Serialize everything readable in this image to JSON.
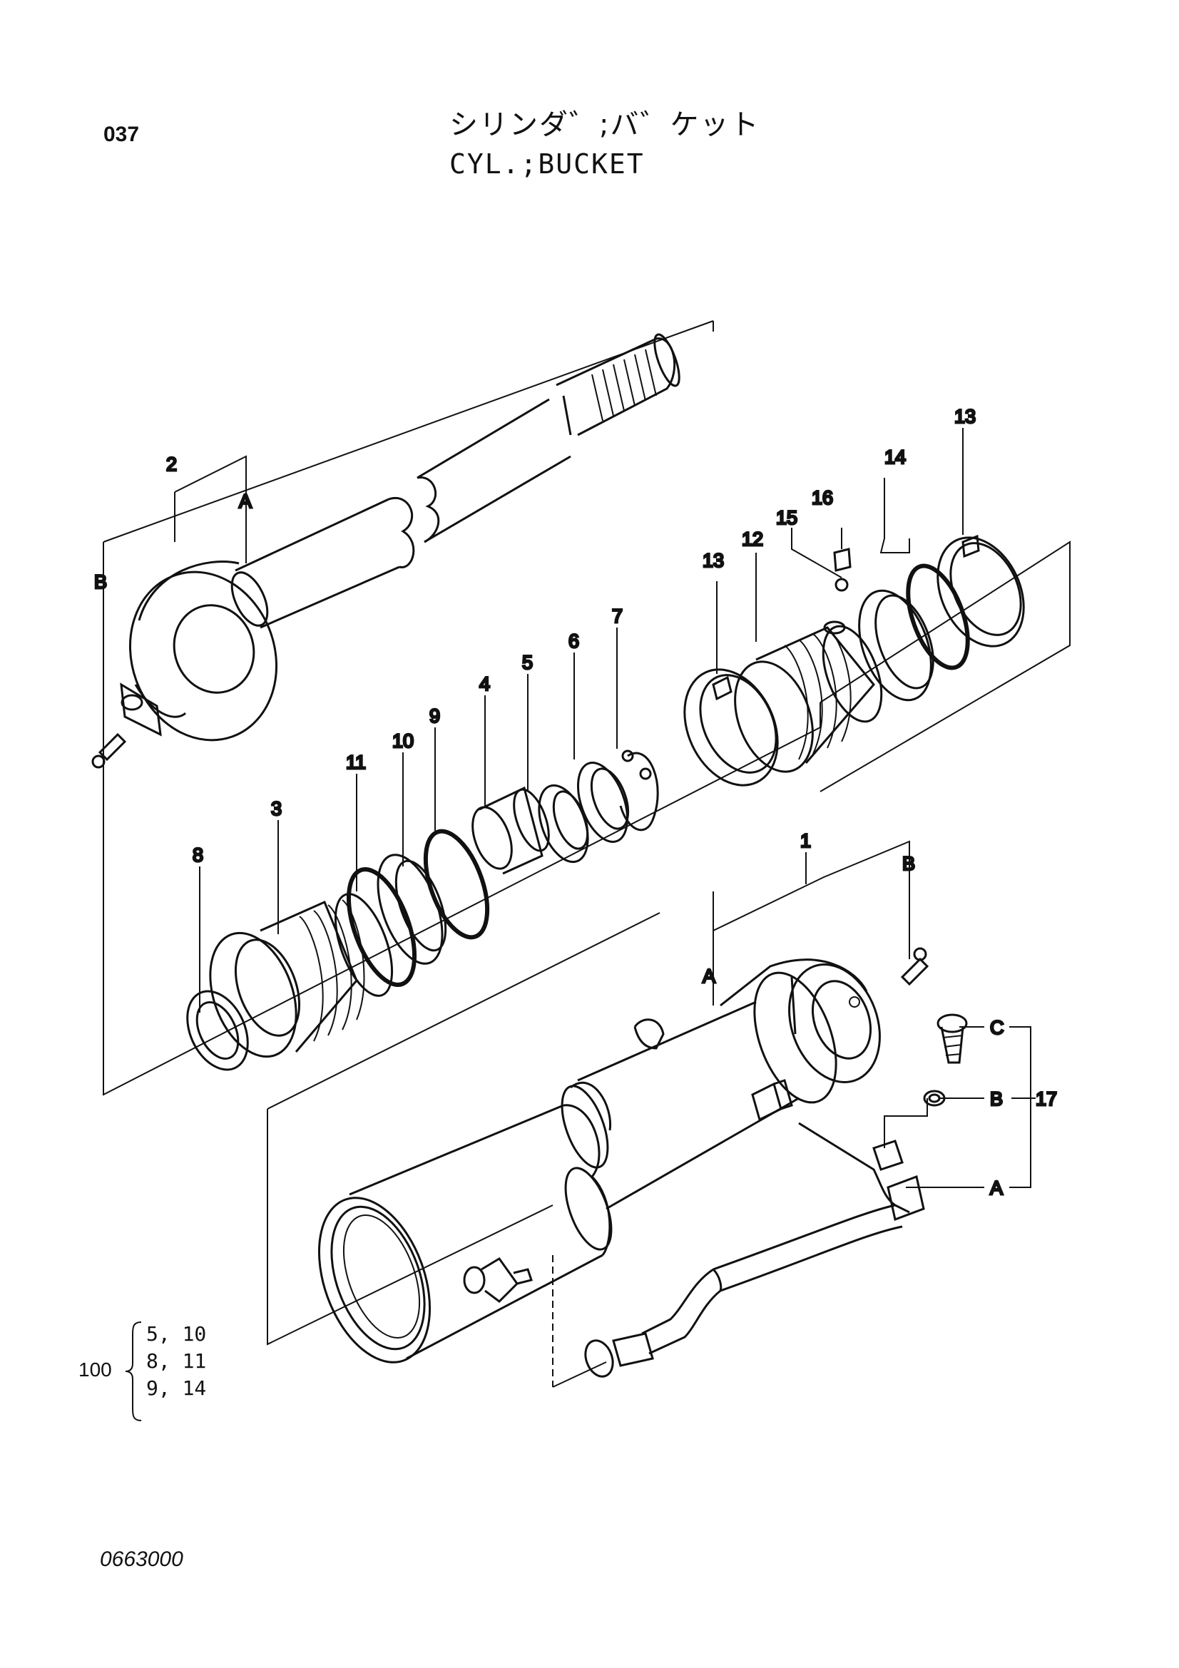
{
  "header": {
    "page_number": "037",
    "title_jp": "シリンダ゛;バ゛ケット",
    "title_en": "CYL.;BUCKET"
  },
  "callouts": {
    "rod_group": "2",
    "rod_A": "A",
    "rod_B": "B",
    "p3": "3",
    "p4": "4",
    "p5": "5",
    "p6": "6",
    "p7": "7",
    "p8": "8",
    "p9": "9",
    "p10": "10",
    "p11": "11",
    "p12": "12",
    "p13_left": "13",
    "p13_right": "13",
    "p14": "14",
    "p15": "15",
    "p16": "16",
    "tube_group": "1",
    "tube_A": "A",
    "tube_B": "B",
    "pipe_C": "C",
    "pipe_B": "B",
    "pipe_A": "A",
    "pipe_group": "17"
  },
  "kit": {
    "number": "100",
    "rows": [
      "5, 10",
      "8, 11",
      "9, 14"
    ]
  },
  "footer": {
    "drawing_code": "0663000"
  }
}
